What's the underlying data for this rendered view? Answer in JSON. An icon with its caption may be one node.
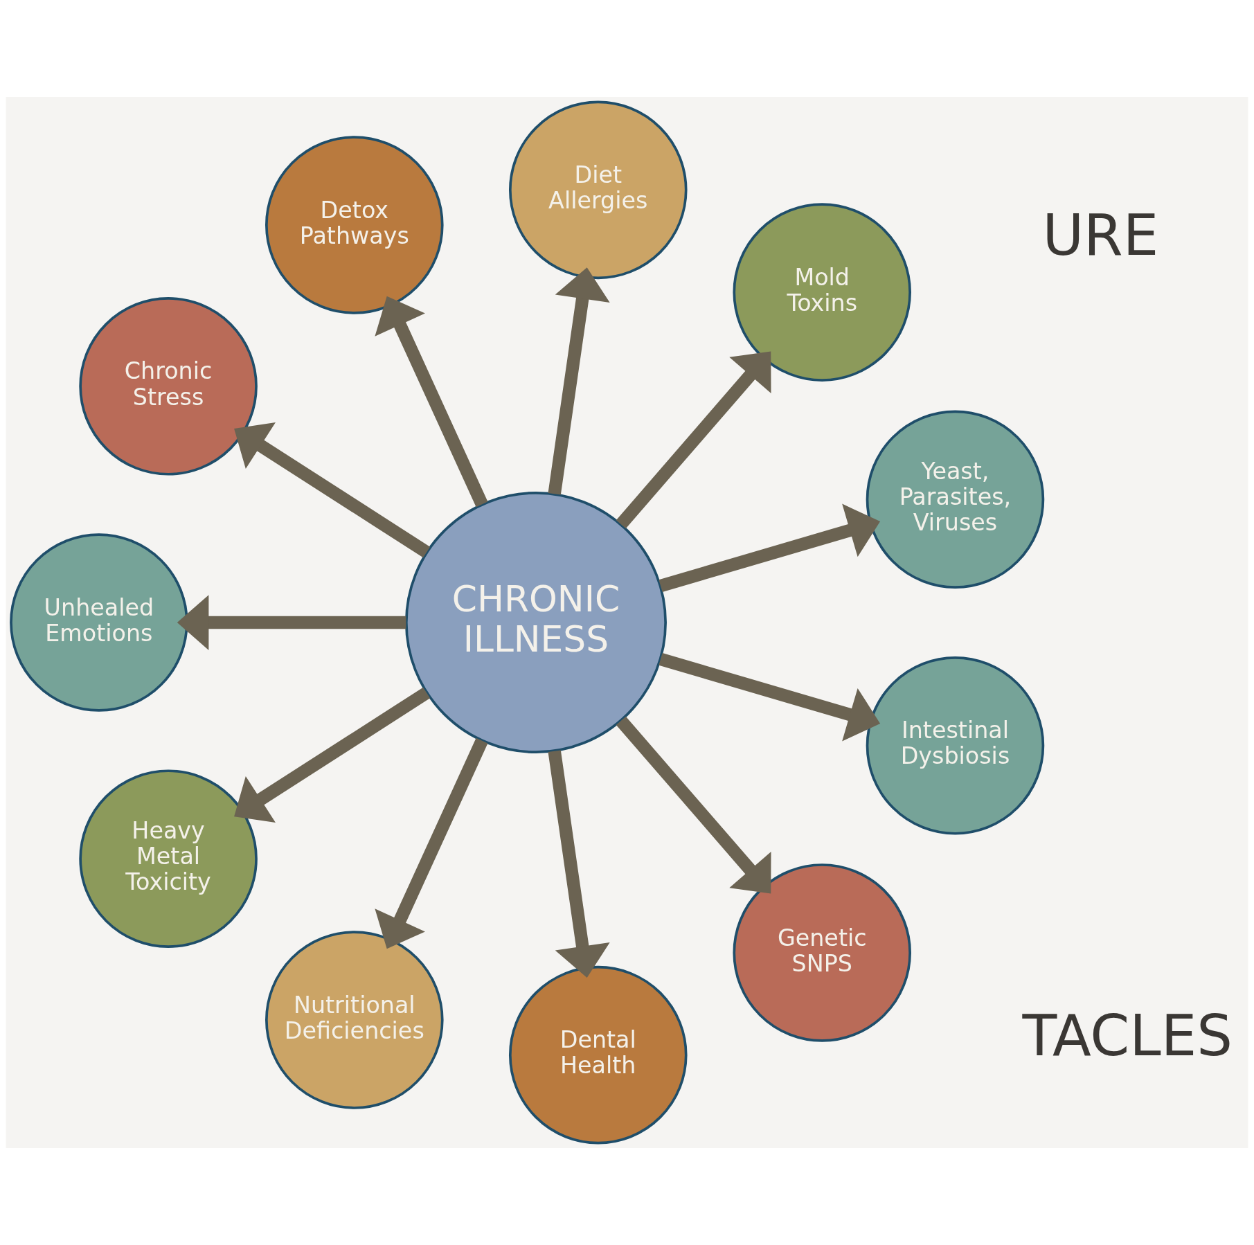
{
  "diagram": {
    "nodes": [
      {
        "text": [
          "CHRONIC ILLNESS"
        ]
      },
      {
        "text": [
          "Yeast, Parasites, Viruses"
        ]
      },
      {
        "text": [
          "Mold Toxins"
        ]
      },
      {
        "text": [
          "Diet Allergies"
        ]
      },
      {
        "text": [
          "Detox Pathways"
        ]
      },
      {
        "text": [
          "Chronic Stress"
        ]
      },
      {
        "text": [
          "Unhealed Emotions"
        ]
      },
      {
        "text": [
          "Heavy Metal Toxicity"
        ]
      },
      {
        "text": [
          "Nutritional Deficiencies"
        ]
      },
      {
        "text": [
          "Dental Health"
        ]
      },
      {
        "text": [
          "Genetic SNPS"
        ]
      },
      {
        "text": [
          "Intestinal Dysbiosis"
        ]
      }
    ],
    "edges": [
      {
        "from": 0,
        "to": 1,
        "arrow": "to"
      },
      {
        "from": 0,
        "to": 2,
        "arrow": "to"
      },
      {
        "from": 0,
        "to": 3,
        "arrow": "to"
      },
      {
        "from": 0,
        "to": 4,
        "arrow": "to"
      },
      {
        "from": 0,
        "to": 5,
        "arrow": "to"
      },
      {
        "from": 0,
        "to": 6,
        "arrow": "to"
      },
      {
        "from": 0,
        "to": 7,
        "arrow": "to"
      },
      {
        "from": 0,
        "to": 8,
        "arrow": "to"
      },
      {
        "from": 0,
        "to": 9,
        "arrow": "to"
      },
      {
        "from": 0,
        "to": 10,
        "arrow": "to"
      },
      {
        "from": 0,
        "to": 11,
        "arrow": "to"
      }
    ],
    "labels": [
      "TACLES",
      "URE"
    ]
  }
}
